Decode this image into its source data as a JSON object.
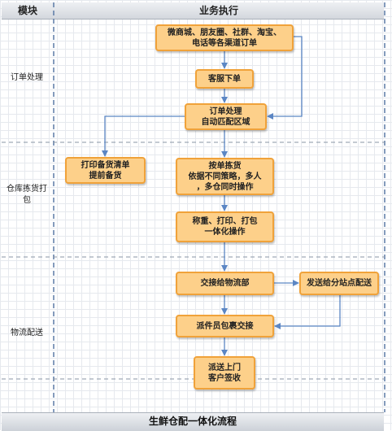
{
  "header": {
    "module_label": "模块",
    "business_label": "业务执行"
  },
  "lanes": [
    {
      "name": "订单处理"
    },
    {
      "name": "仓库拣货打\n包"
    },
    {
      "name": "物流配送"
    }
  ],
  "nodes": {
    "channel_orders": "微商城、朋友圈、社群、淘宝、\n电话等各渠道订单",
    "customer_service": "客服下单",
    "order_processing": "订单处理\n自动匹配区域",
    "print_list": "打印备货清单\n提前备货",
    "picking": "按单拣货\n依据不同策略，多人\n，多仓同时操作",
    "weigh_pack": "称重、打印、打包\n一体化操作",
    "handover": "交接给物流部",
    "dispatch_site": "发送给分站点配送",
    "courier_handover": "派件员包裹交接",
    "delivery": "派送上门\n客户签收"
  },
  "footer": {
    "title": "生鲜仓配一体化流程"
  },
  "colors": {
    "node_fill": "#fdd08a",
    "node_border": "#f0a23a",
    "connector": "#5b86c4"
  }
}
